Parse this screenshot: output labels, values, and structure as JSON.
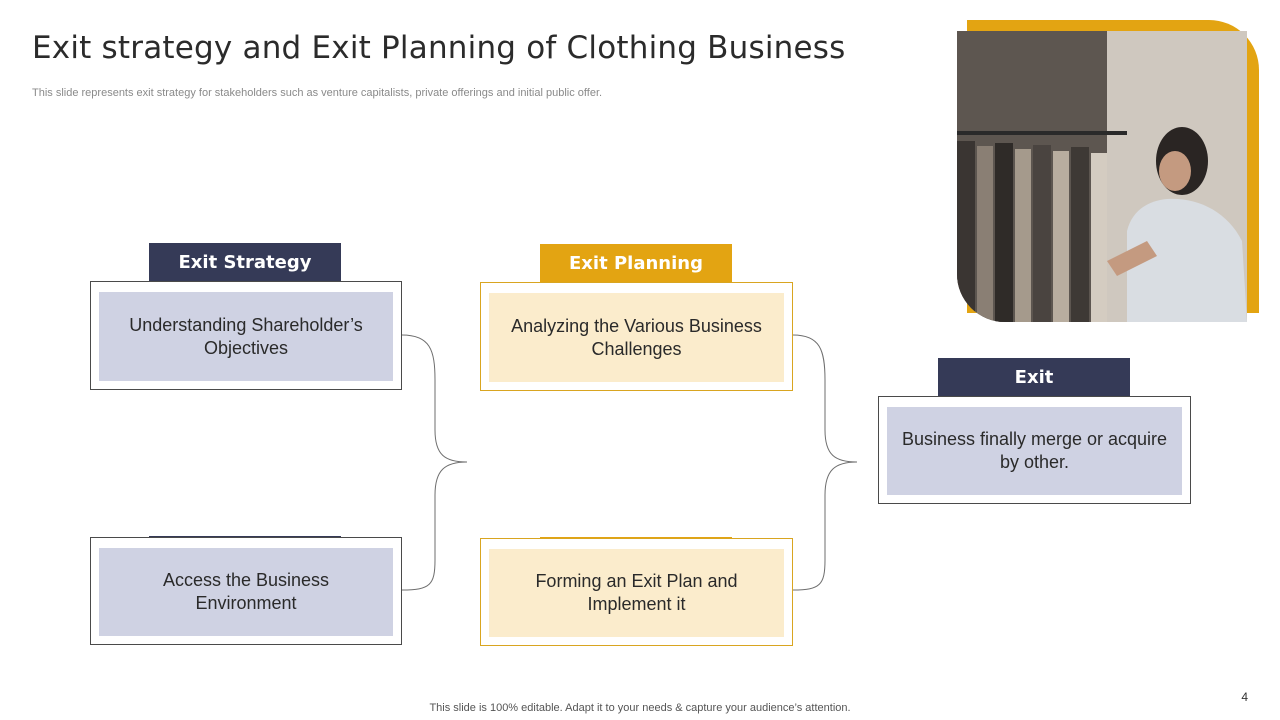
{
  "slide": {
    "title": "Exit strategy and Exit Planning of Clothing Business",
    "subtitle": "This slide represents exit strategy for stakeholders such as venture capitalists, private offerings and initial public offer.",
    "footer": "This slide is 100% editable. Adapt it to your needs & capture your audience’s attention.",
    "page_number": "4"
  },
  "columns": {
    "strategy": {
      "label": "Exit Strategy",
      "items": [
        "Understanding Shareholder’s Objectives",
        "Access the Business Environment"
      ]
    },
    "planning": {
      "label": "Exit Planning",
      "items": [
        "Analyzing the Various Business Challenges",
        "Forming an Exit Plan and Implement it"
      ]
    },
    "exit": {
      "label": "Exit",
      "items": [
        "Business finally merge or acquire by other."
      ]
    }
  },
  "colors": {
    "navy": "#353a57",
    "gold": "#e3a412",
    "navy_light": "#cfd2e3",
    "gold_light": "#fbeccc"
  },
  "photo": {
    "subject": "woman-browsing-clothing-rack"
  }
}
